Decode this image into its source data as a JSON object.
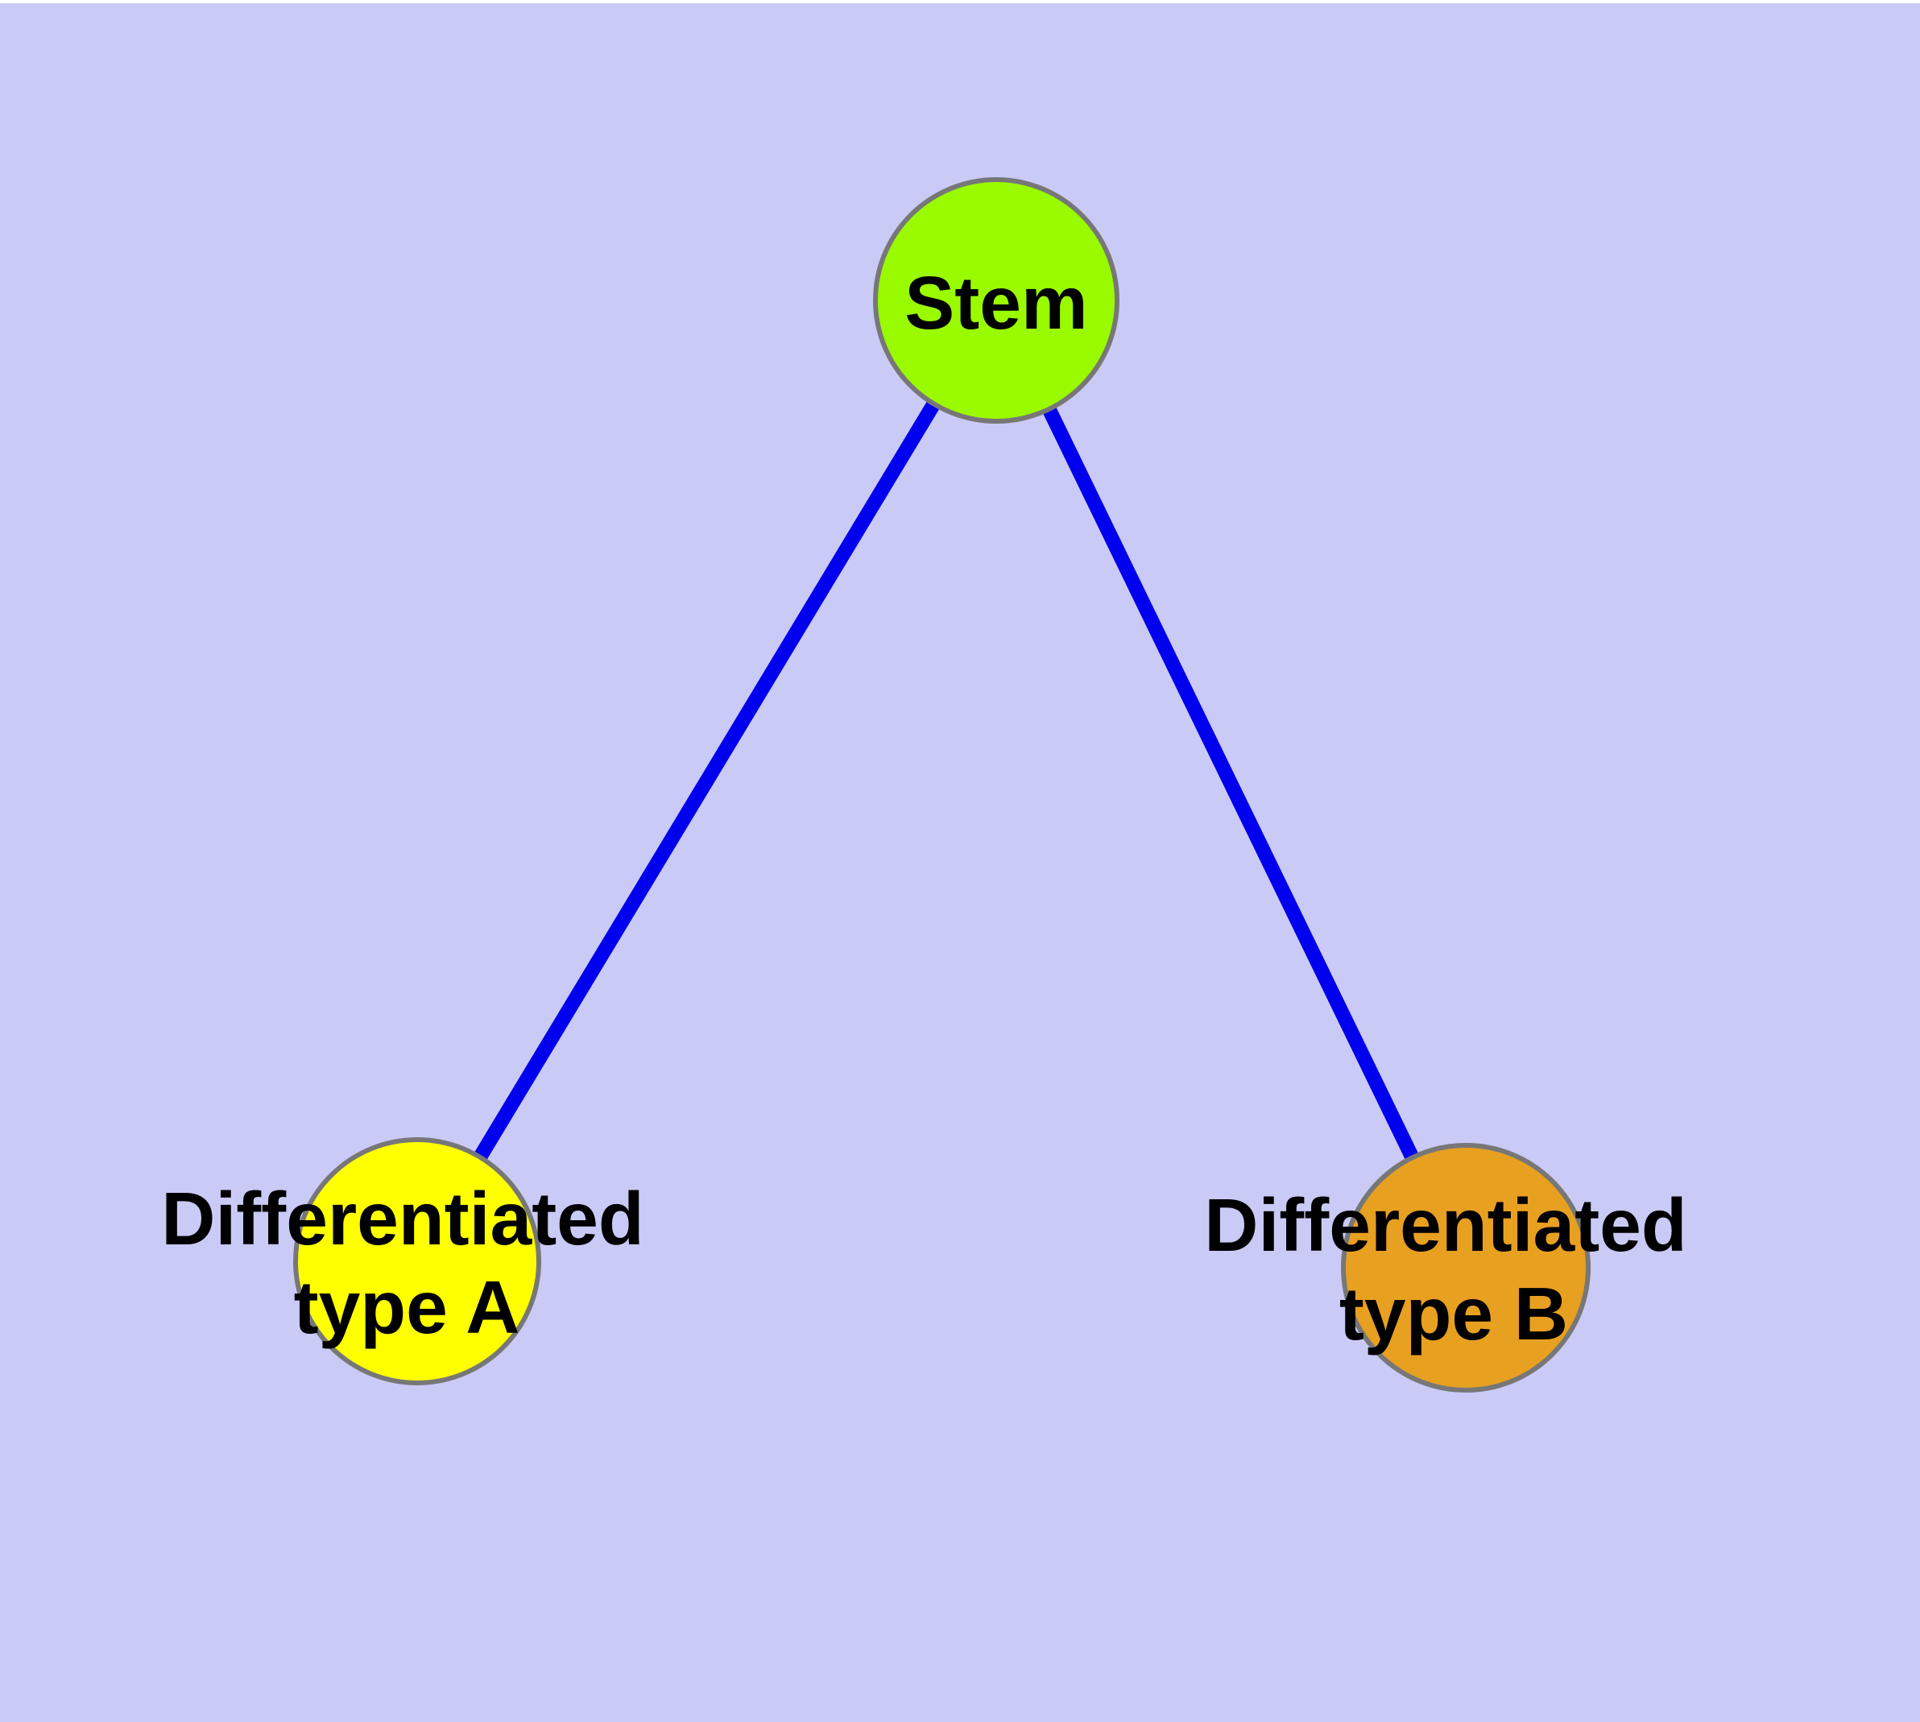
{
  "canvas": {
    "background": "#cacaf6",
    "top_margin_color": "#ffffff"
  },
  "graph": {
    "nodes": [
      {
        "id": "stem",
        "label": "Stem",
        "fill": "#9afa00",
        "border": "#777777"
      },
      {
        "id": "differentiated-type-a",
        "label_line1": "Differentiated",
        "label_line2": "type A",
        "fill": "#ffff00",
        "border": "#777777"
      },
      {
        "id": "differentiated-type-b",
        "label_line1": "Differentiated",
        "label_line2": "type B",
        "fill": "#e8a021",
        "border": "#777777"
      }
    ],
    "edges": [
      {
        "from": "stem",
        "to": "differentiated-type-a",
        "color": "#0000ee"
      },
      {
        "from": "stem",
        "to": "differentiated-type-b",
        "color": "#0000ee"
      }
    ]
  }
}
